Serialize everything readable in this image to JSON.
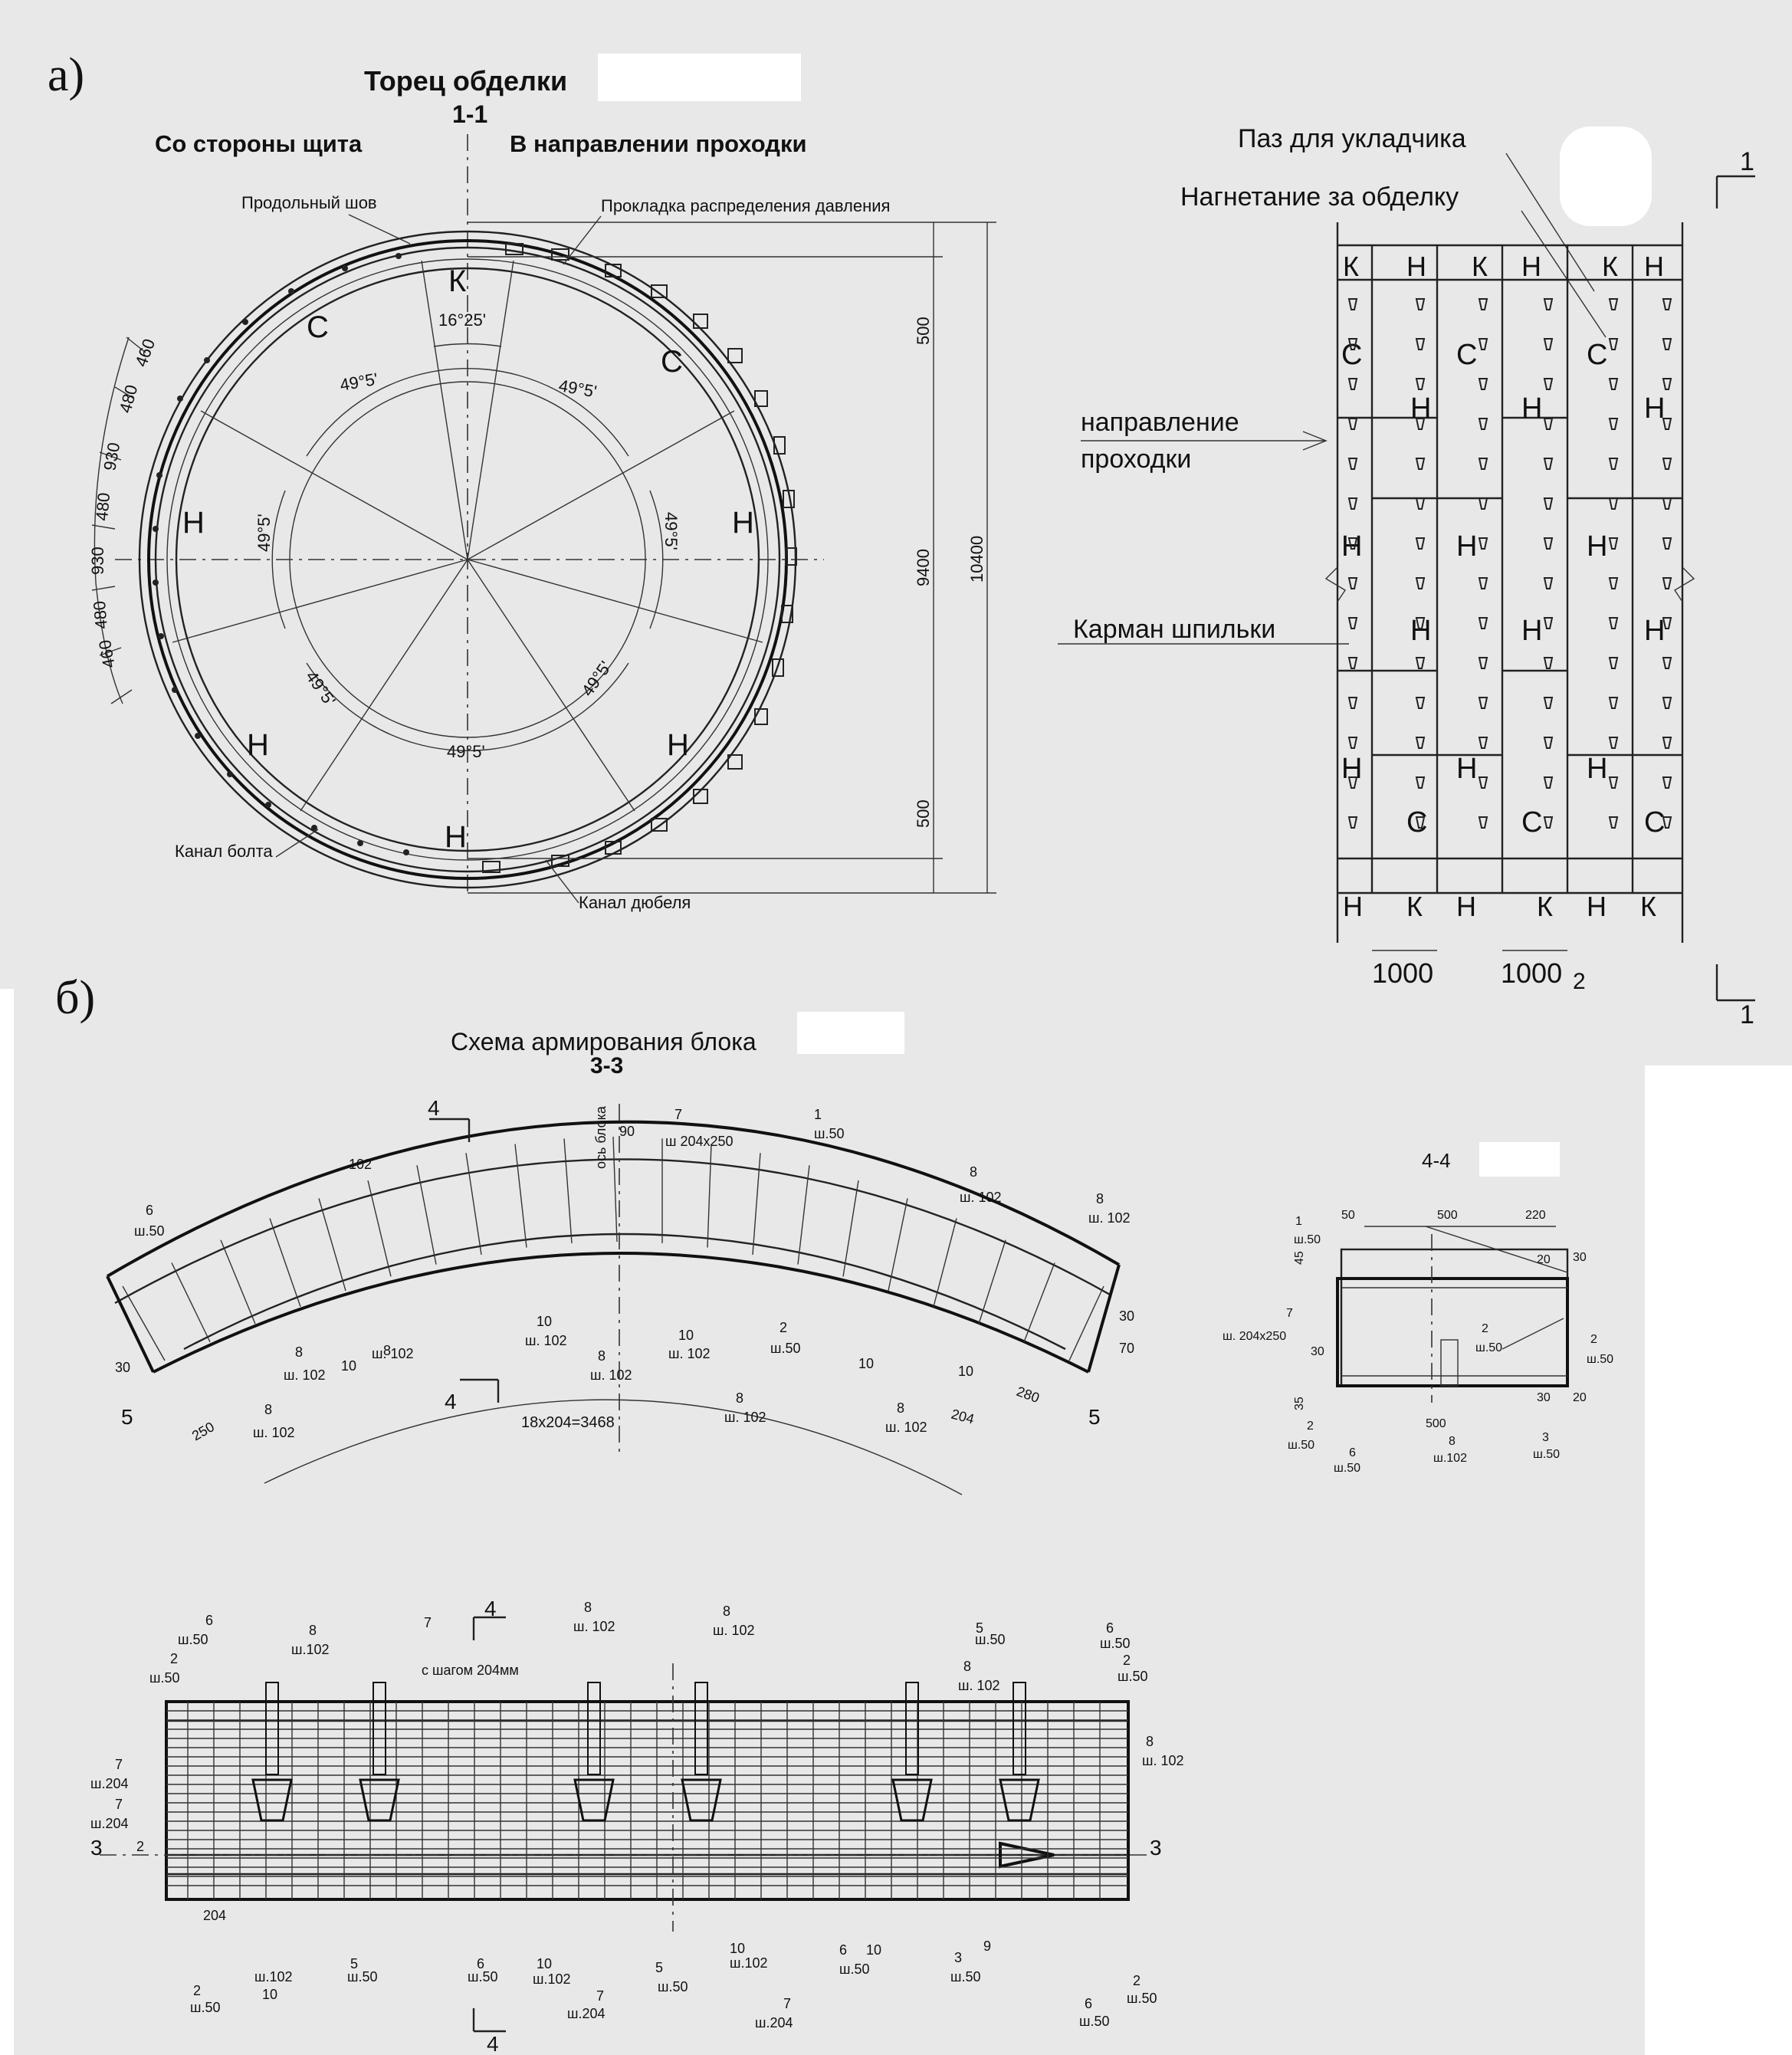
{
  "panel_a": {
    "label": "а)",
    "title": "Торец обделки",
    "section": "1-1",
    "left_caption": "Со стороны щита",
    "right_caption": "В направлении проходки",
    "callouts": {
      "longitudinal_seam": "Продольный шов",
      "pressure_pad": "Прокладка распределения давления",
      "bolt_channel": "Канал болта",
      "dowel_channel": "Канал дюбеля"
    },
    "blocks": [
      "К",
      "С",
      "С",
      "Н",
      "Н",
      "Н",
      "Н",
      "Н"
    ],
    "angles": {
      "key": "16°25'",
      "sector": "49°5'"
    },
    "left_dims": [
      "460",
      "480",
      "930",
      "480",
      "930",
      "480",
      "460"
    ],
    "right_dims": {
      "top": "500",
      "inner": "9400",
      "bottom": "500",
      "outer": "10400"
    },
    "plan": {
      "callout_groove": "Паз для укладчика",
      "callout_grout": "Нагнетание за обделку",
      "callout_direction_1": "направление",
      "callout_direction_2": "проходки",
      "callout_pin": "Карман шпильки",
      "cut_mark": "1",
      "dim_a": "1000",
      "dim_b": "1000",
      "small_2": "2",
      "top_row": [
        "К",
        "Н",
        "К",
        "Н",
        "К",
        "Н"
      ],
      "bottom_row": [
        "Н",
        "К",
        "Н",
        "К",
        "Н",
        "К"
      ]
    }
  },
  "panel_b": {
    "label": "б)",
    "title": "Схема армирования блока",
    "section": "3-3",
    "section_44": "4-4",
    "arc_dim": "18x204=3468",
    "cut_4": "4",
    "cut_5": "5",
    "cut_3": "3",
    "axis_label": "ось блока",
    "marks": {
      "m1": "1",
      "m2": "2",
      "m3": "3",
      "m5": "5",
      "m6": "6",
      "m7": "7",
      "m8": "8",
      "m9": "9",
      "m10": "10",
      "s50": "ш.50",
      "s102": "ш. 102",
      "s102b": "ш.102",
      "s204": "ш.204",
      "s204x250": "ш 204x250",
      "s204x250b": "ш. 204x250",
      "step": "с шагом 204мм"
    },
    "dims": {
      "d102": "102",
      "d90": "90",
      "d250": "250",
      "d204": "204",
      "d280": "280",
      "d30": "30",
      "d70": "70",
      "d500": "500",
      "d220": "220",
      "d50": "50",
      "d20": "20",
      "d45": "45",
      "d35": "35"
    }
  }
}
